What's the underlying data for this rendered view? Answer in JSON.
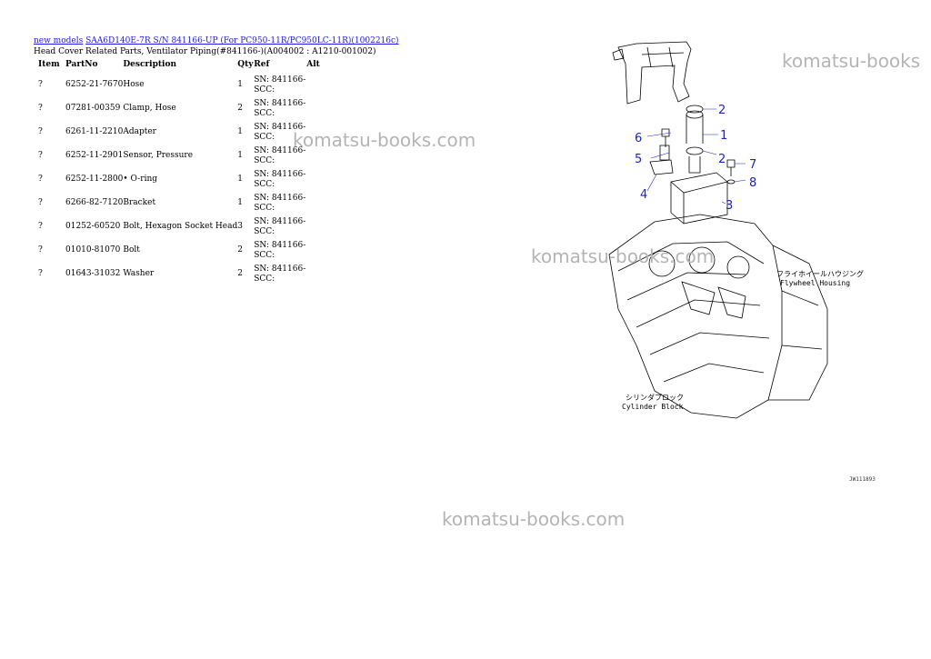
{
  "breadcrumb": {
    "link1": "new models",
    "link2": "SAA6D140E-7R S/N 841166-UP (For PC950-11R/PC950LC-11R)(1002216c)"
  },
  "subtitle": "Head Cover Related Parts, Ventilator Piping(#841166-)(A004002 : A1210-001002)",
  "table": {
    "headers": {
      "item": "Item",
      "partno": "PartNo",
      "description": "Description",
      "qty": "Qty",
      "ref": "Ref",
      "alt": "Alt"
    },
    "rows": [
      {
        "item": "?",
        "partno": "6252-21-7670",
        "description": "Hose",
        "qty": "1",
        "ref1": "SN: 841166-",
        "ref2": "SCC:"
      },
      {
        "item": "?",
        "partno": "07281-00359",
        "description": "Clamp, Hose",
        "qty": "2",
        "ref1": "SN: 841166-",
        "ref2": "SCC:"
      },
      {
        "item": "?",
        "partno": "6261-11-2210",
        "description": "Adapter",
        "qty": "1",
        "ref1": "SN: 841166-",
        "ref2": "SCC:"
      },
      {
        "item": "?",
        "partno": "6252-11-2901",
        "description": "Sensor, Pressure",
        "qty": "1",
        "ref1": "SN: 841166-",
        "ref2": "SCC:"
      },
      {
        "item": "?",
        "partno": "6252-11-2800",
        "description": "• O-ring",
        "qty": "1",
        "ref1": "SN: 841166-",
        "ref2": "SCC:"
      },
      {
        "item": "?",
        "partno": "6266-82-7120",
        "description": "Bracket",
        "qty": "1",
        "ref1": "SN: 841166-",
        "ref2": "SCC:"
      },
      {
        "item": "?",
        "partno": "01252-60520",
        "description": "Bolt, Hexagon Socket Head",
        "qty": "3",
        "ref1": "SN: 841166-",
        "ref2": "SCC:"
      },
      {
        "item": "?",
        "partno": "01010-81070",
        "description": "Bolt",
        "qty": "2",
        "ref1": "SN: 841166-",
        "ref2": "SCC:"
      },
      {
        "item": "?",
        "partno": "01643-31032",
        "description": "Washer",
        "qty": "2",
        "ref1": "SN: 841166-",
        "ref2": "SCC:"
      }
    ]
  },
  "watermarks": [
    "komatsu-books",
    "komatsu-books.com",
    "komatsu-books.com",
    "komatsu-books.com"
  ],
  "diagram": {
    "callouts": [
      "2",
      "1",
      "2",
      "6",
      "5",
      "4",
      "3",
      "7",
      "8"
    ],
    "flywheel_jp": "フライホイールハウジング",
    "flywheel_en": "Flywheel Housing",
    "cylinder_jp": "シリンダブロック",
    "cylinder_en": "Cylinder Block",
    "figure_id": "JW111893"
  },
  "colors": {
    "link": "#1a1aee",
    "callout": "#1a22c8",
    "watermark": "#b4b4b4"
  }
}
